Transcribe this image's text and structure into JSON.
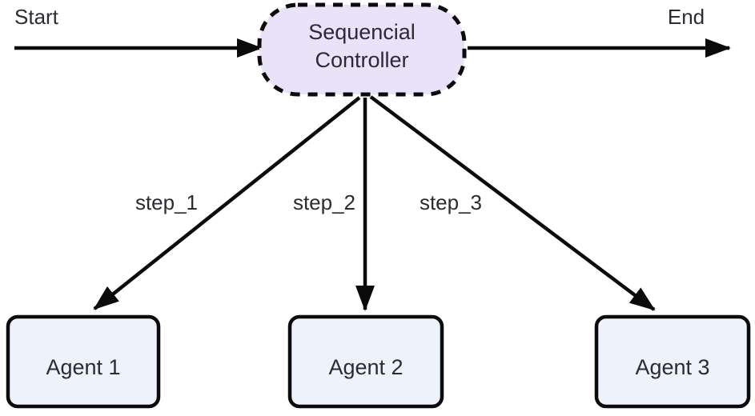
{
  "diagram": {
    "type": "flowchart",
    "background_color": "#ffffff",
    "line_color": "#0b0b0b",
    "text_color": "#2b2b33",
    "start_label": "Start",
    "end_label": "End",
    "controller": {
      "label_line1": "Sequencial",
      "label_line2": "Controller",
      "full_label": "Sequencial Controller",
      "fill": "#e9e2f8",
      "border_style": "dashed"
    },
    "edges": [
      {
        "from": "Sequencial Controller",
        "to": "Agent 1",
        "label": "step_1"
      },
      {
        "from": "Sequencial Controller",
        "to": "Agent 2",
        "label": "step_2"
      },
      {
        "from": "Sequencial Controller",
        "to": "Agent 3",
        "label": "step_3"
      }
    ],
    "agents": [
      {
        "label": "Agent 1",
        "fill": "#edf2fc"
      },
      {
        "label": "Agent 2",
        "fill": "#edf2fc"
      },
      {
        "label": "Agent 3",
        "fill": "#edf2fc"
      }
    ]
  }
}
